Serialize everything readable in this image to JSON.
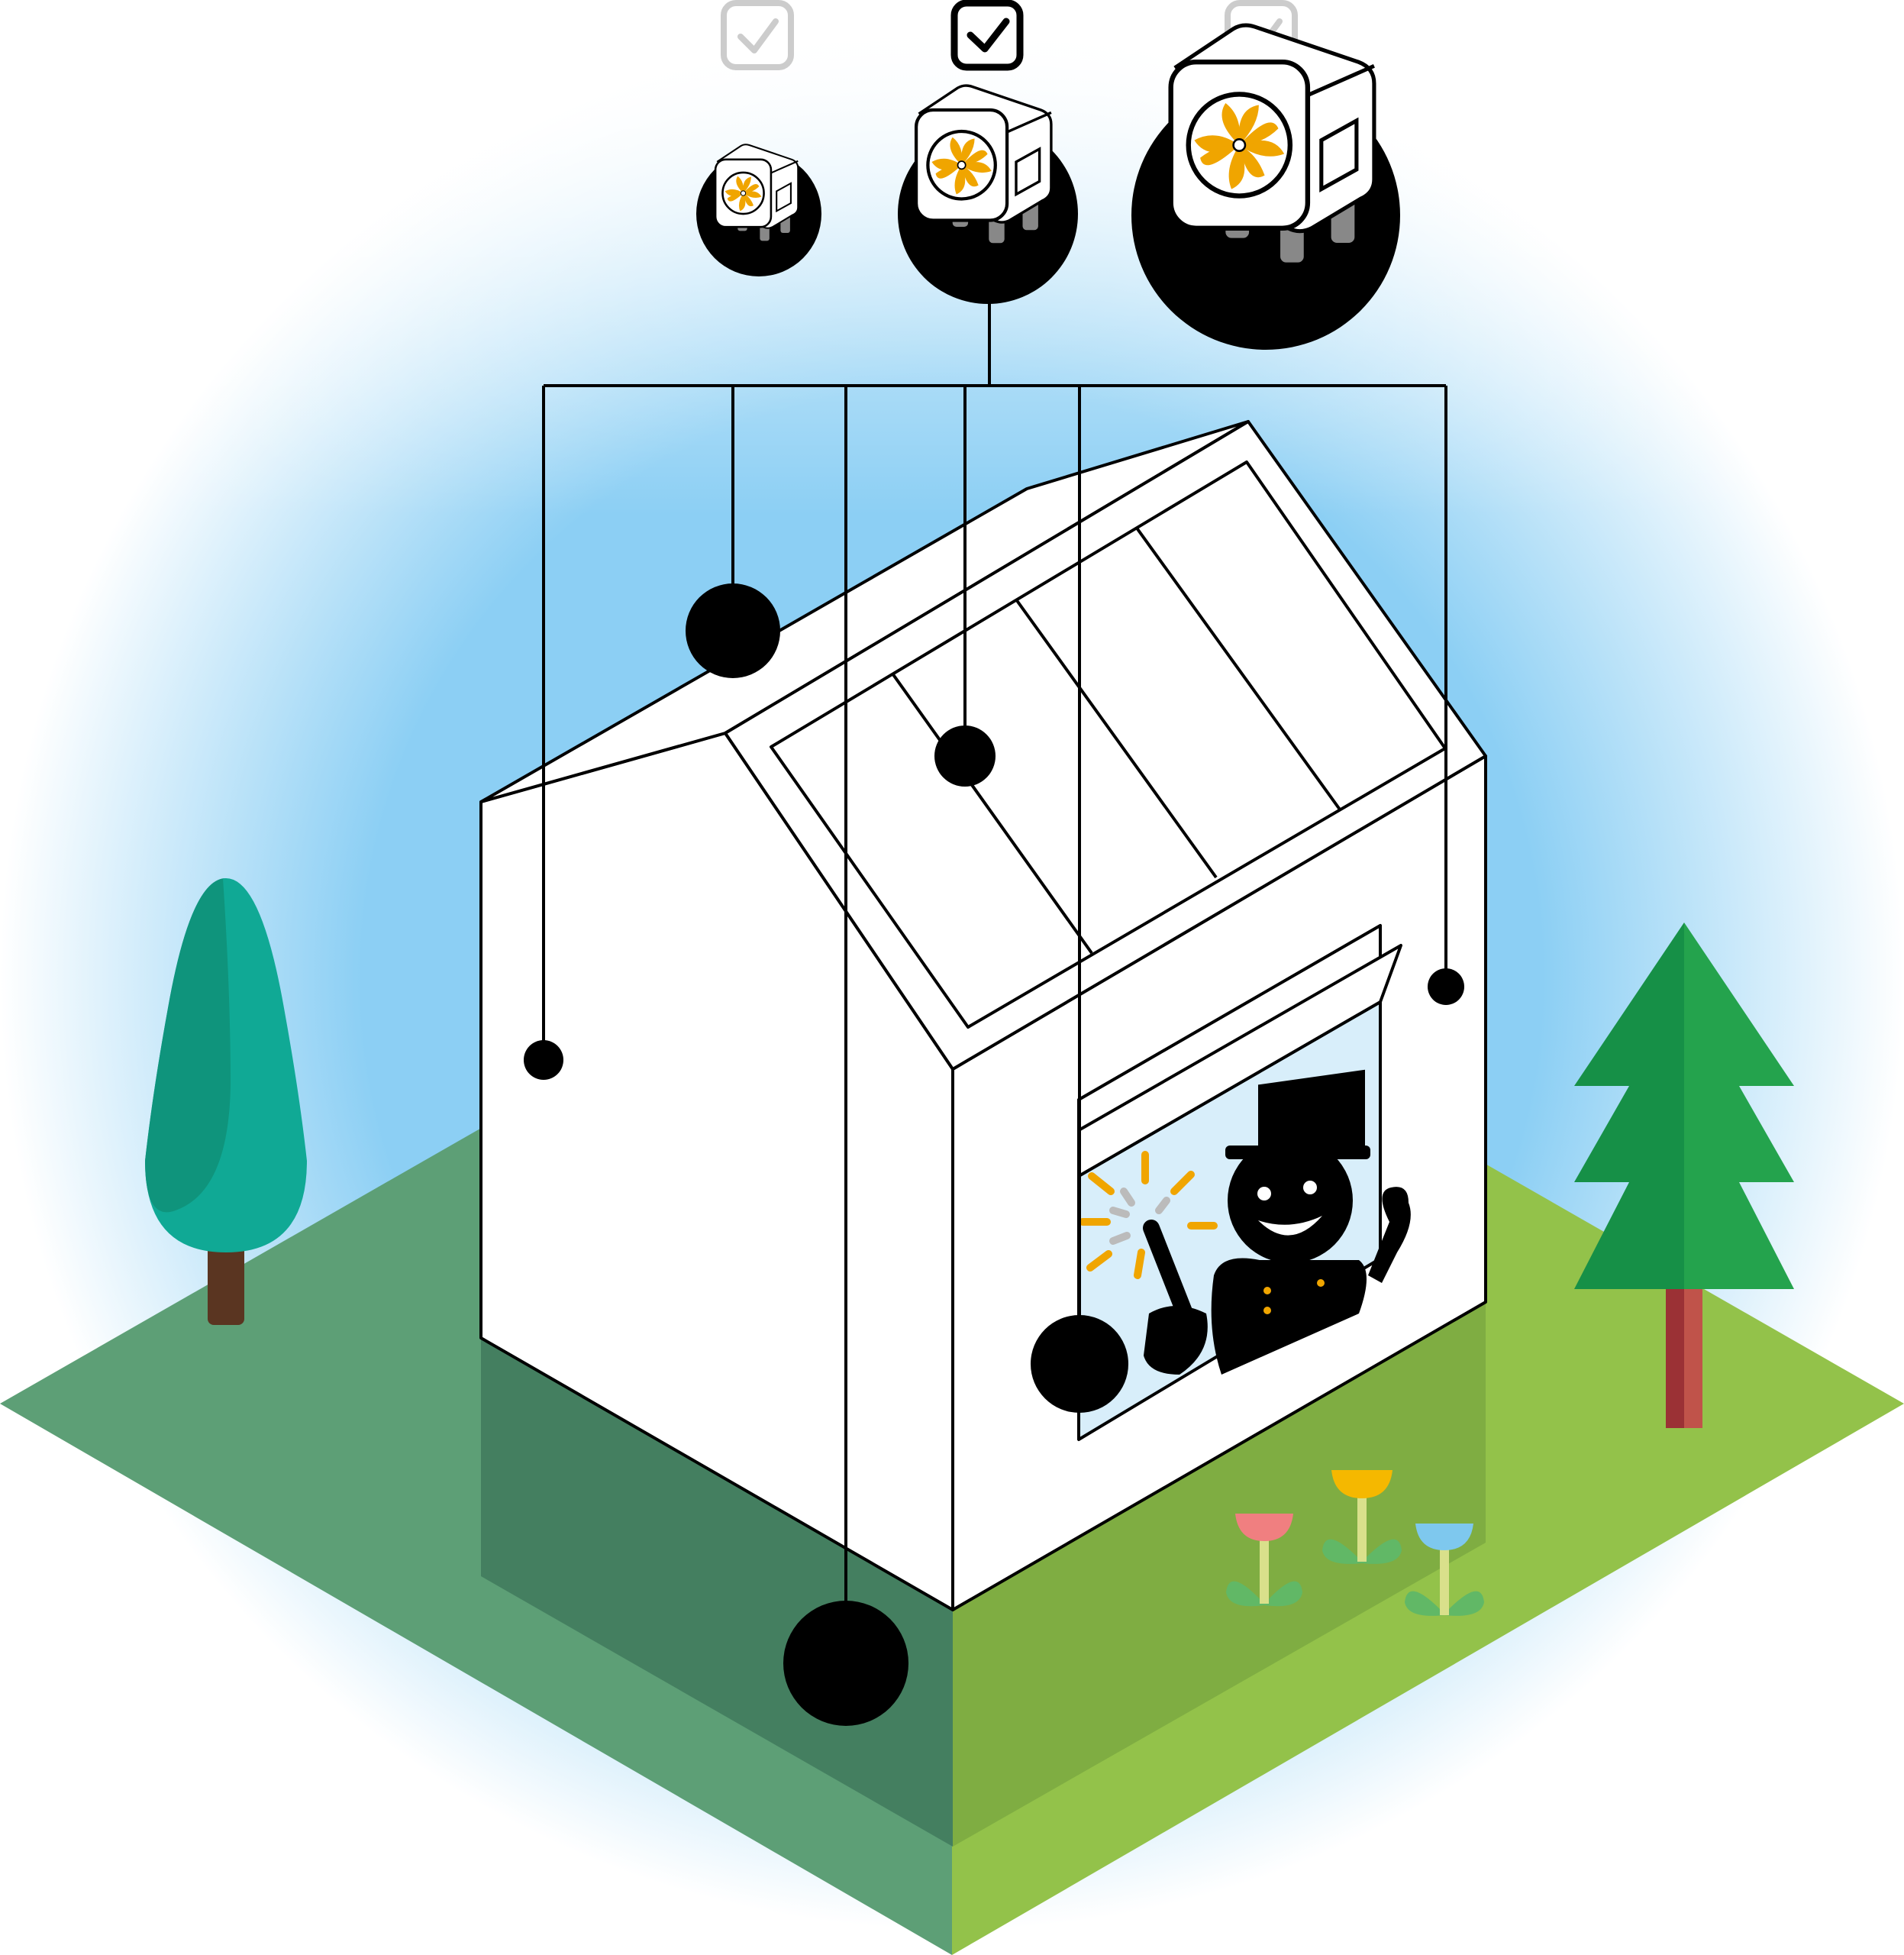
{
  "colors": {
    "sky": "#8ccff4",
    "ground_left": "#5d9f76",
    "ground_right": "#93c24a",
    "ground_left_shadow": "#447f60",
    "ground_right_shadow": "#7fad42",
    "accent": "#f0a500",
    "outline": "#000000",
    "checkbox_inactive": "#cccccc",
    "window_glass": "#d8eefa",
    "cypress": "#10a995",
    "cypress_shade": "#0f947c",
    "pine_left": "#169047",
    "pine_right": "#24a34d",
    "trunk": "#5a3521",
    "pine_trunk_left": "#9b3135",
    "pine_trunk_right": "#c0534a",
    "flower_pink": "#f07f80",
    "flower_yellow": "#f5b800",
    "flower_blue": "#7ec8ee",
    "leaf": "#61b866",
    "stem": "#d9e08b"
  },
  "unit_options": [
    {
      "size": "small",
      "checked": false
    },
    {
      "size": "medium",
      "checked": true
    },
    {
      "size": "large",
      "checked": false
    }
  ],
  "icons": {
    "heat_pump_unit": "heat-pump-fan-icon",
    "checkbox": "checkbox-icon",
    "check_mark": "check-mark-icon",
    "installation_point": "installation-point-dot",
    "chimney_sweep": "chimney-sweep-figure",
    "sparkle": "sparkle-icon"
  }
}
